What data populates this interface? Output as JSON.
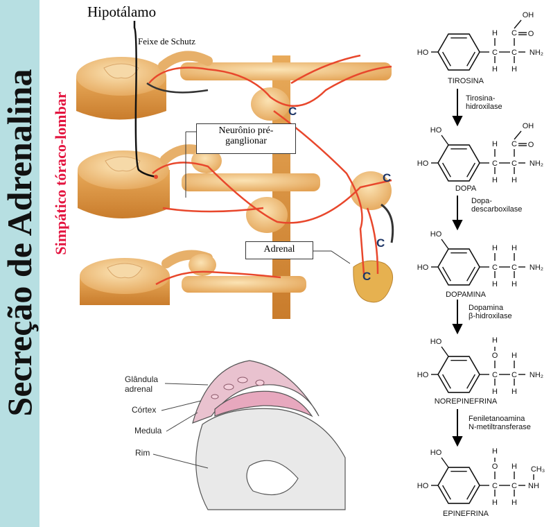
{
  "side_title": "Secreção de Adrenalina",
  "sub_title": "Simpático tóraco-lombar",
  "illustration": {
    "hypothalamus": "Hipotálamo",
    "schutz": "Feixe de Schutz",
    "preganglionic_line1": "Neurônio pré-",
    "preganglionic_line2": "ganglionar",
    "adrenal": "Adrenal",
    "c_marker": "C"
  },
  "kidney": {
    "gland_line1": "Glândula",
    "gland_line2": "adrenal",
    "cortex": "Córtex",
    "medulla": "Medula",
    "kidney": "Rim"
  },
  "pathway": {
    "compounds": [
      "TIROSINA",
      "DOPA",
      "DOPAMINA",
      "NOREPINEFRINA",
      "EPINEFRINA"
    ],
    "enzymes": [
      [
        "Tirosina-",
        "hidroxilase"
      ],
      [
        "Dopa-",
        "descarboxilase"
      ],
      [
        "Dopamina",
        "β-hidroxilase"
      ],
      [
        "Feniletanoamina",
        "N-metiltransferase"
      ]
    ],
    "groups": {
      "ho": "HO",
      "oh": "OH",
      "h": "H",
      "c": "C",
      "o": "O",
      "nh2": "NH₂",
      "nh": "NH",
      "ch3": "CH₃"
    }
  },
  "colors": {
    "sidebar": "#b7dfe2",
    "accent_red": "#e3143f",
    "nerve": "#e8472c",
    "tissue": "#f0c27a"
  }
}
